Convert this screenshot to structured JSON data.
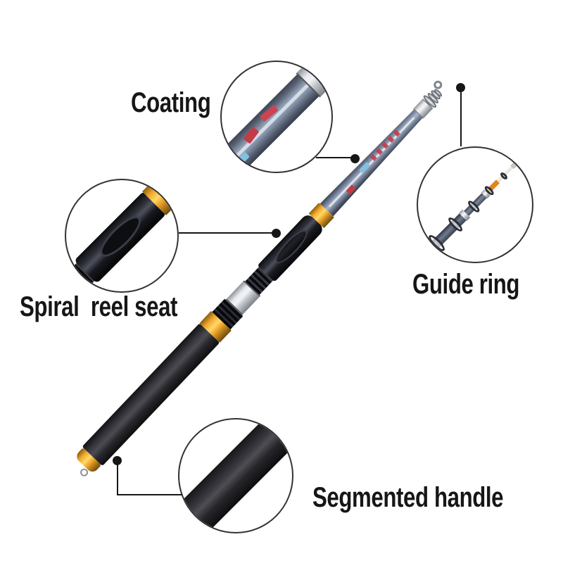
{
  "scene": {
    "type": "annotated product photo",
    "subject": "telescopic fishing rod",
    "background": "#ffffff"
  },
  "callouts": {
    "coating": {
      "label": "Coating"
    },
    "guide_ring": {
      "label": "Guide ring"
    },
    "spiral_reel_seat": {
      "label": "Spiral  reel seat"
    },
    "segmented_handle": {
      "label": "Segmented handle"
    }
  },
  "colors": {
    "ink": "#161616",
    "gold": "#f0a62a",
    "gold_highlight": "#ffd96a",
    "rod_blank_gray_blue": "#6b7790",
    "reel_seat_gloss_black": "#17181d",
    "handle_matte_black": "#232327",
    "chrome": "#d9dde2",
    "decal_red": "#c23b47",
    "decal_blue": "#7fc3e0",
    "tip_orange": "#e0861c"
  }
}
